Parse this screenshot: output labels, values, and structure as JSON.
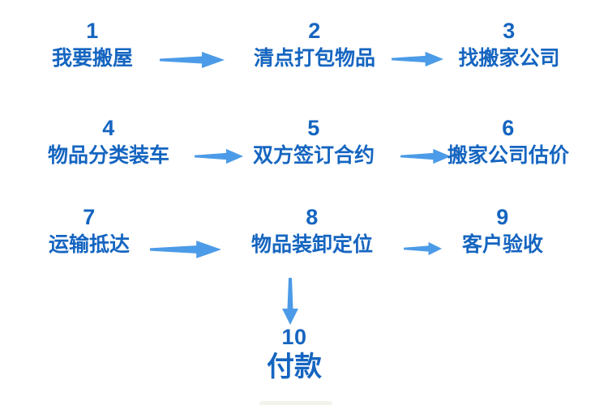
{
  "colors": {
    "text_blue": "#1565C0",
    "arrow_blue": "#4C9BE8"
  },
  "flow": {
    "steps": [
      {
        "number": "1",
        "label": "我要搬屋"
      },
      {
        "number": "2",
        "label": "清点打包物品"
      },
      {
        "number": "3",
        "label": "找搬家公司"
      },
      {
        "number": "4",
        "label": "物品分类装车"
      },
      {
        "number": "5",
        "label": "双方签订合约"
      },
      {
        "number": "6",
        "label": "搬家公司估价"
      },
      {
        "number": "7",
        "label": "运输抵达"
      },
      {
        "number": "8",
        "label": "物品装卸定位"
      },
      {
        "number": "9",
        "label": "客户验收"
      },
      {
        "number": "10",
        "label": "付款"
      }
    ],
    "connections": [
      {
        "from": "1",
        "to": "2",
        "direction": "right"
      },
      {
        "from": "2",
        "to": "3",
        "direction": "right"
      },
      {
        "from": "4",
        "to": "5",
        "direction": "right"
      },
      {
        "from": "5",
        "to": "6",
        "direction": "right"
      },
      {
        "from": "7",
        "to": "8",
        "direction": "right"
      },
      {
        "from": "8",
        "to": "9",
        "direction": "right"
      },
      {
        "from": "8",
        "to": "10",
        "direction": "down"
      }
    ]
  }
}
